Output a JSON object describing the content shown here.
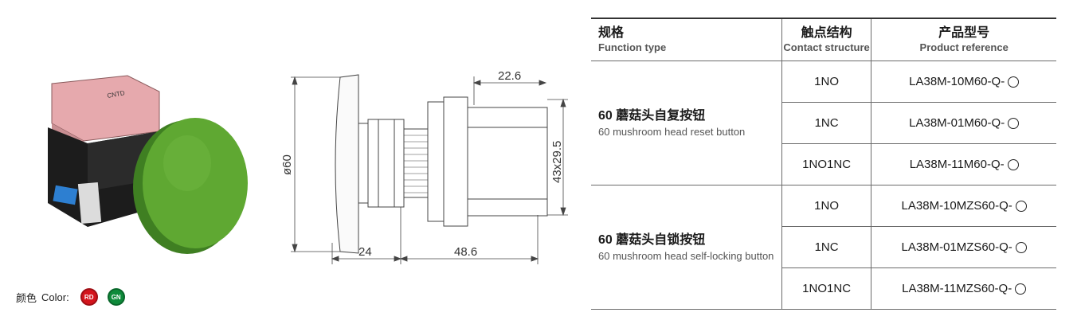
{
  "color": {
    "label_cn": "颜色",
    "label_en": "Color:",
    "swatches": [
      {
        "code": "RD",
        "hex": "#d4141c"
      },
      {
        "code": "GN",
        "hex": "#0e8a3a"
      }
    ]
  },
  "photo": {
    "button_color": "#5fa832",
    "body_color": "#1c1c1c",
    "contact_block_color": "#e6a9ad",
    "brand": "CNTD",
    "latch_color": "#2d7fd1"
  },
  "drawing": {
    "dim_top": "22.6",
    "dim_left": "ø60",
    "dim_right": "43x29.5",
    "dim_bottom_left": "24",
    "dim_bottom_right": "48.6"
  },
  "table": {
    "headers": [
      {
        "cn": "规格",
        "en": "Function type"
      },
      {
        "cn": "触点结构",
        "en": "Contact structure"
      },
      {
        "cn": "产品型号",
        "en": "Product reference"
      }
    ],
    "groups": [
      {
        "cn": "60 蘑菇头自复按钮",
        "en": "60 mushroom head reset button",
        "rows": [
          {
            "contact": "1NO",
            "ref": "LA38M-10M60-Q-"
          },
          {
            "contact": "1NC",
            "ref": "LA38M-01M60-Q-"
          },
          {
            "contact": "1NO1NC",
            "ref": "LA38M-11M60-Q-"
          }
        ]
      },
      {
        "cn": "60 蘑菇头自锁按钮",
        "en": "60 mushroom head self-locking button",
        "rows": [
          {
            "contact": "1NO",
            "ref": "LA38M-10MZS60-Q-"
          },
          {
            "contact": "1NC",
            "ref": "LA38M-01MZS60-Q-"
          },
          {
            "contact": "1NO1NC",
            "ref": "LA38M-11MZS60-Q-"
          }
        ]
      }
    ]
  }
}
